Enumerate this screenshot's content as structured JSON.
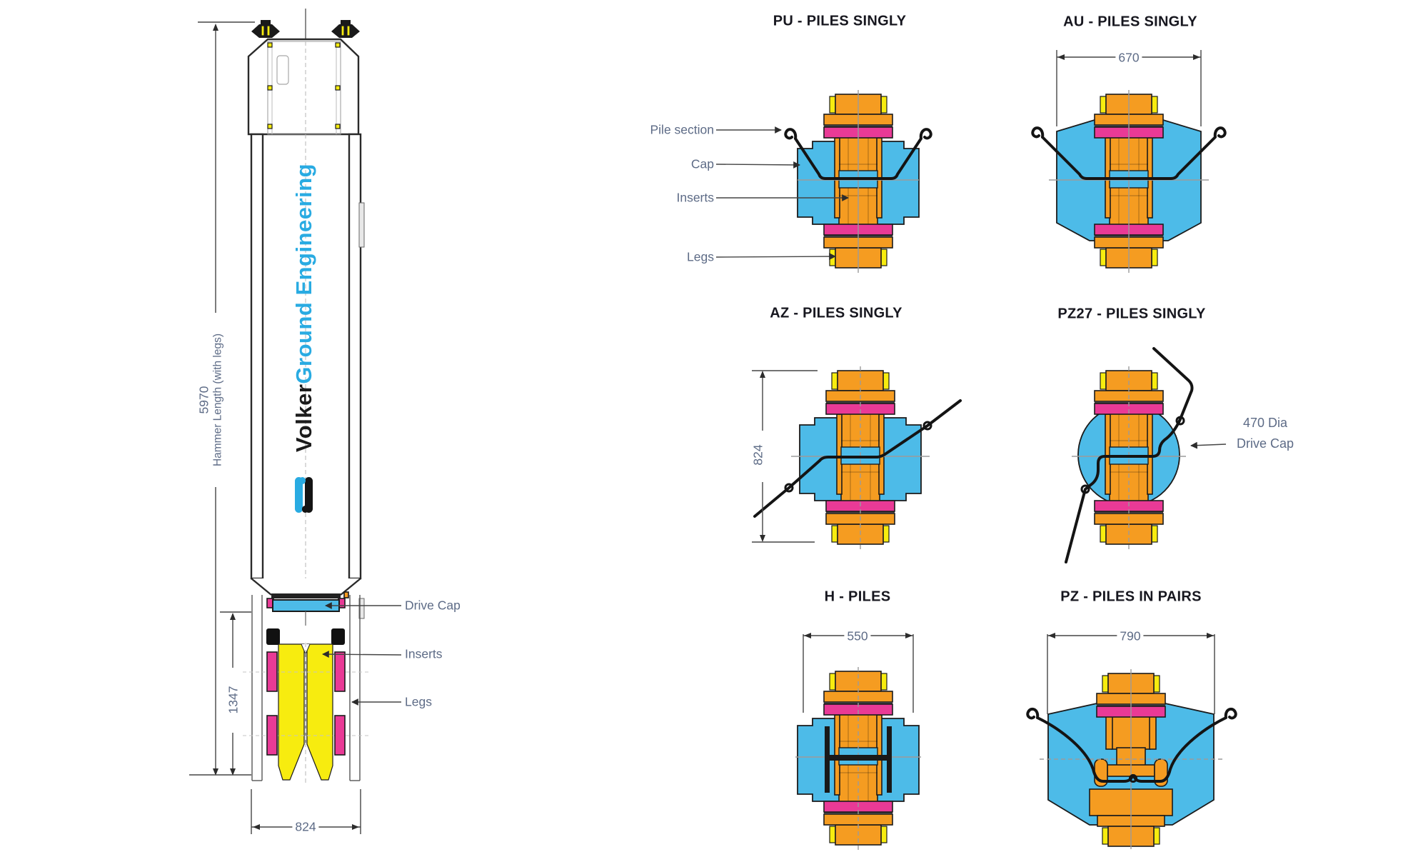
{
  "hammer": {
    "logo": {
      "black": "Volker",
      "blue": "Ground Engineering"
    },
    "dims": {
      "height": "5970",
      "height_label": "Hammer Length (with legs)",
      "leg_length": "1347",
      "width": "824"
    },
    "labels": {
      "drive_cap": "Drive Cap",
      "inserts": "Inserts",
      "legs": "Legs"
    }
  },
  "pile_labels": {
    "pile_section": "Pile section",
    "cap": "Cap",
    "inserts": "Inserts",
    "legs": "Legs"
  },
  "sections": {
    "pu": {
      "title": "PU - PILES SINGLY"
    },
    "au": {
      "title": "AU - PILES SINGLY",
      "dim": "670"
    },
    "az": {
      "title": "AZ - PILES SINGLY",
      "dim": "824"
    },
    "pz27": {
      "title": "PZ27 - PILES SINGLY",
      "label_line1": "470 Dia",
      "label_line2": "Drive Cap"
    },
    "h": {
      "title": "H - PILES",
      "dim": "550"
    },
    "pz": {
      "title": "PZ - PILES IN PAIRS",
      "dim": "790"
    }
  },
  "colors": {
    "orange": "#F59C21",
    "pink": "#E93A96",
    "yellow": "#F7EC0F",
    "blue": "#4DBBE8",
    "outline": "#1B1B1B",
    "dim_line": "#454545",
    "label_text": "#5D6B86",
    "title_text": "#17171F",
    "logo_blue": "#29ABE2",
    "logo_black": "#1B1B1B",
    "center_line": "#9B9B9B"
  }
}
